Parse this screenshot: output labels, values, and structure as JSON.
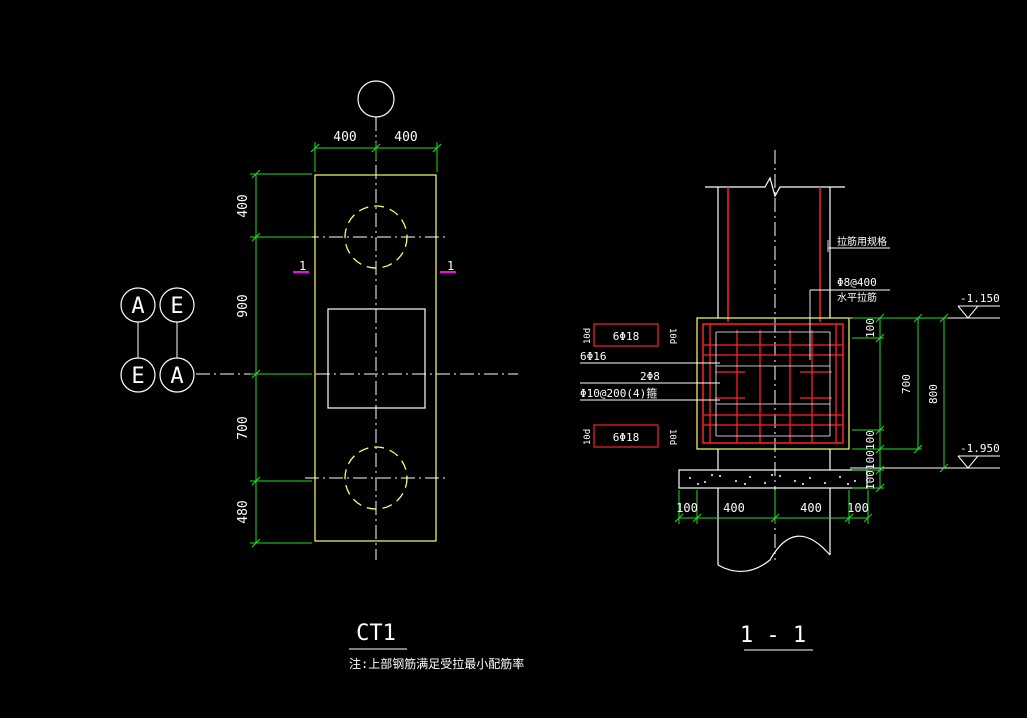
{
  "plan": {
    "axis_labels": [
      "A",
      "E",
      "E",
      "A"
    ],
    "dim_top": [
      "400",
      "400"
    ],
    "dim_left": [
      "400",
      "900",
      "700",
      "480"
    ],
    "section_marks": [
      "1",
      "1"
    ],
    "title": "CT1",
    "note": "注:上部钢筋满足受拉最小配筋率"
  },
  "section": {
    "title": "1 - 1",
    "callouts": {
      "tie_rebar_label": "拉筋用规格",
      "horizontal_label_top": "Φ8@400",
      "horizontal_label_bottom": "水平拉筋",
      "top_bars": "6Φ18",
      "side_bars": "6Φ16",
      "middle_bars": "2Φ8",
      "stirrups": "Φ10@200(4)箍",
      "bottom_bars": "6Φ18"
    },
    "anchor_labels": [
      "10d",
      "10d",
      "10d",
      "10d"
    ],
    "levels": [
      "-1.150",
      "-1.950"
    ],
    "dims_right": [
      "100",
      "700",
      "800",
      "100",
      "100",
      "100"
    ],
    "dims_bottom": [
      "100",
      "400",
      "400",
      "100"
    ]
  },
  "colors": {
    "dimension": "#22dd22",
    "outline": "#ffff66",
    "rebar": "#ff2222",
    "section_mark": "#ff00ff",
    "text": "#ffffff",
    "pile": "#ffff66"
  }
}
